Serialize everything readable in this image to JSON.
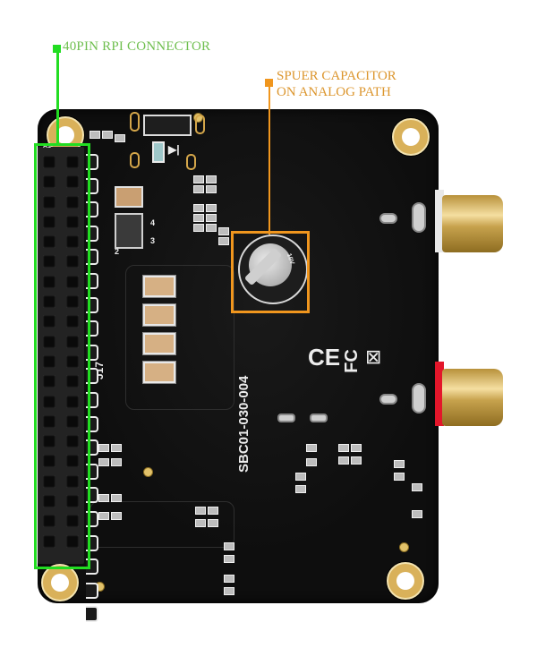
{
  "annotations": {
    "connector_label": "40PIN RPI CONNECTOR",
    "connector_color": "#22dd22",
    "capacitor_label_line1": "SPUER CAPACITOR",
    "capacitor_label_line2": "ON ANALOG PATH",
    "capacitor_color": "#f0961e"
  },
  "board": {
    "model_text": "SBC01-030-004",
    "connector_silkscreen": "J17",
    "pin1_marker": "A1",
    "ic_pin_labels": [
      "4",
      "3",
      "2"
    ],
    "certifications": [
      "CE",
      "FC",
      "WEEE"
    ],
    "header_pins": 40,
    "rca_connectors": [
      {
        "id": "left",
        "base_color": "#e8e8e8"
      },
      {
        "id": "right",
        "base_color": "#e3162a"
      }
    ],
    "capacitor_marking": "10V"
  }
}
